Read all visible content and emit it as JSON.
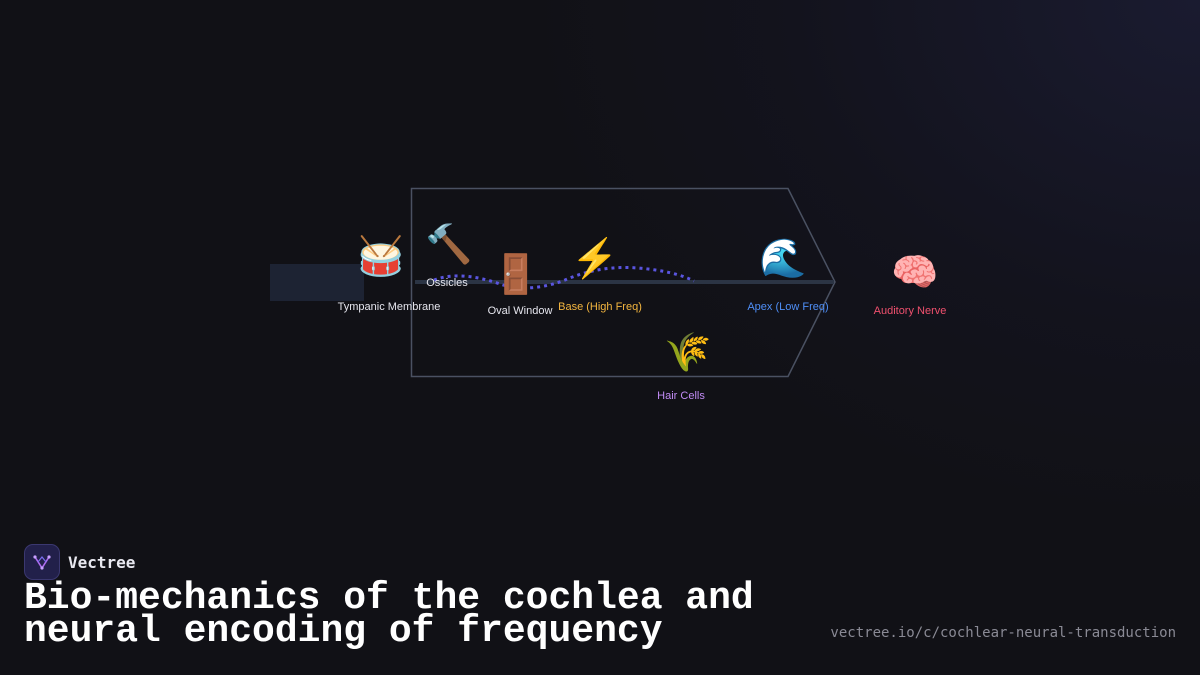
{
  "diagram": {
    "nodes": [
      {
        "id": "tympanic",
        "icon": "drum-icon",
        "glyph": "🥁",
        "label": "Tympanic Membrane",
        "color": "#e6e6ee"
      },
      {
        "id": "ossicles",
        "icon": "hammer-icon",
        "glyph": "🔨",
        "label": "Ossicles",
        "color": "#e6e6ee"
      },
      {
        "id": "oval-window",
        "icon": "door-icon",
        "glyph": "🚪",
        "label": "Oval Window",
        "color": "#e6e6ee"
      },
      {
        "id": "base",
        "icon": "lightning-icon",
        "glyph": "⚡",
        "label": "Base (High Freq)",
        "color": "#f4b63f"
      },
      {
        "id": "apex",
        "icon": "wave-icon",
        "glyph": "🌊",
        "label": "Apex (Low Freq)",
        "color": "#4f8ff7"
      },
      {
        "id": "hair-cells",
        "icon": "wheat-icon",
        "glyph": "🌾",
        "label": "Hair Cells",
        "color": "#c18bf5"
      },
      {
        "id": "auditory-nerve",
        "icon": "brain-icon",
        "glyph": "🧠",
        "label": "Auditory Nerve",
        "color": "#f0506e"
      }
    ]
  },
  "footer": {
    "brand": "Vectree",
    "title": "Bio-mechanics of the cochlea and neural encoding of frequency",
    "url": "vectree.io/c/cochlear-neural-transduction"
  }
}
